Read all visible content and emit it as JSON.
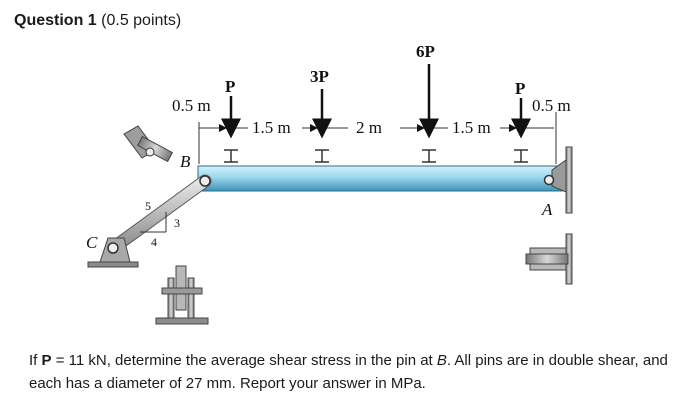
{
  "question": {
    "title": "Question 1",
    "points": "(0.5 points)"
  },
  "figure": {
    "loads": {
      "p_left": "P",
      "p_mid": "3P",
      "p_center": "6P",
      "p_right": "P"
    },
    "dimensions": {
      "left_offset": "0.5 m",
      "span_1": "1.5 m",
      "span_2": "2 m",
      "span_3": "1.5 m",
      "right_offset": "0.5 m"
    },
    "points": {
      "a": "A",
      "b": "B",
      "c": "C"
    },
    "slope": {
      "hyp": "5",
      "run": "4",
      "rise": "3"
    }
  },
  "problem": {
    "intro": "If ",
    "var_p": "P",
    "given": " = 11 kN, determine the average shear stress in the pin at ",
    "var_b": "B",
    "rest": ". All pins are in double shear, and each has a diameter of 27 mm. Report your answer in MPa."
  },
  "colors": {
    "beam": "#9ad7ec",
    "beam_dark": "#3c93b5",
    "strut": "#b5b5b5",
    "support": "#8d8d8d"
  }
}
